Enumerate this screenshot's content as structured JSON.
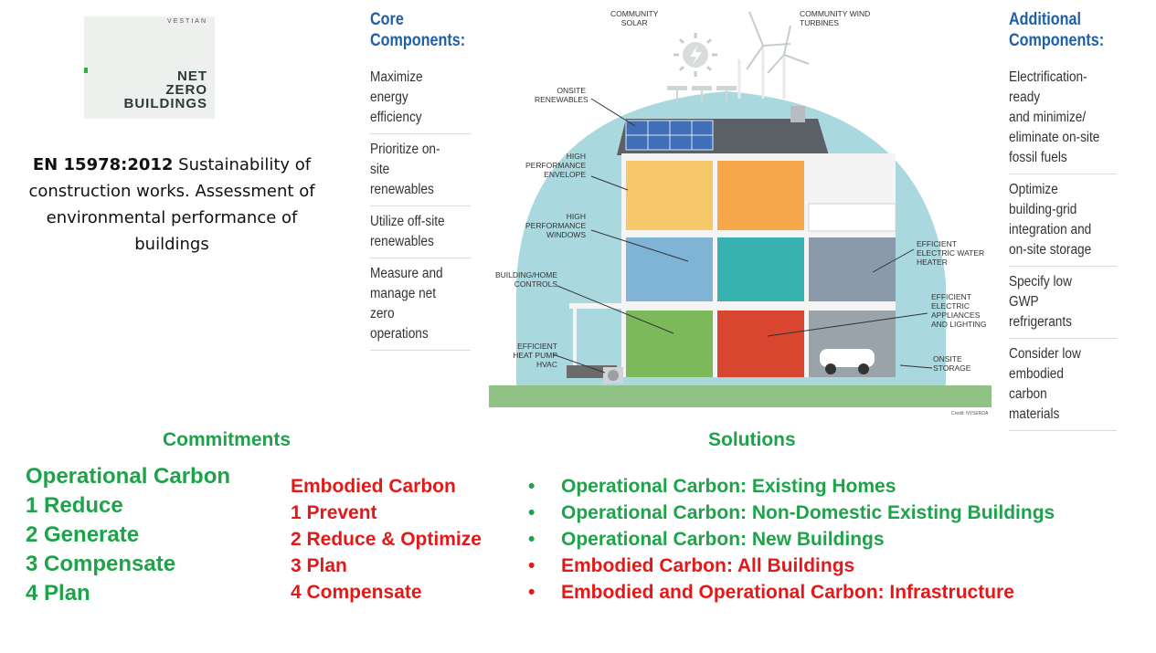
{
  "logo": {
    "brand": "VESTIAN",
    "lines": [
      "NET",
      "ZERO",
      "BUILDINGS"
    ]
  },
  "standard": {
    "code": "EN 15978:2012",
    "text": " Sustainability of construction works. Assessment of environmental performance of buildings"
  },
  "core": {
    "title": "Core\nComponents:",
    "items": [
      "Maximize energy\nefficiency",
      "Prioritize on-site\nrenewables",
      "Utilize off-site\nrenewables",
      "Measure and\nmanage net zero\noperations"
    ]
  },
  "additional": {
    "title": "Additional\nComponents:",
    "items": [
      "Electrification-ready\nand minimize/\neliminate on-site\nfossil fuels",
      "Optimize\nbuilding-grid\nintegration and\non-site storage",
      "Specify low GWP\nrefrigerants",
      "Consider low\nembodied carbon\nmaterials"
    ]
  },
  "illustration": {
    "callouts": {
      "community_solar": "COMMUNITY\nSOLAR",
      "community_wind": "COMMUNITY WIND\nTURBINES",
      "onsite_renewables": "ONSITE\nRENEWABLES",
      "envelope": "HIGH\nPERFORMANCE\nENVELOPE",
      "windows": "HIGH\nPERFORMANCE\nWINDOWS",
      "controls": "BUILDING/HOME\nCONTROLS",
      "heat_pump": "EFFICIENT\nHEAT PUMP\nHVAC",
      "water_heater": "EFFICIENT\nELECTRIC WATER\nHEATER",
      "appliances": "EFFICIENT\nELECTRIC\nAPPLIANCES\nAND LIGHTING",
      "storage": "ONSITE\nSTORAGE"
    },
    "credit": "Credit: NYSERDA"
  },
  "commitments": {
    "heading": "Commitments",
    "operational": {
      "title": "Operational Carbon",
      "items": [
        "1 Reduce",
        "2 Generate",
        "3 Compensate",
        "4 Plan"
      ]
    },
    "embodied": {
      "title": "Embodied Carbon",
      "items": [
        "1 Prevent",
        "2 Reduce & Optimize",
        "3 Plan",
        "4 Compensate"
      ]
    }
  },
  "solutions": {
    "heading": "Solutions",
    "items": [
      "Operational Carbon: Existing Homes",
      "Operational Carbon: Non-Domestic Existing Buildings",
      "Operational Carbon: New Buildings",
      "Embodied Carbon: All Buildings",
      "Embodied and Operational Carbon: Infrastructure"
    ]
  },
  "colors": {
    "green": "#1fa34a",
    "red": "#e31919",
    "blue": "#1f5fa8"
  }
}
